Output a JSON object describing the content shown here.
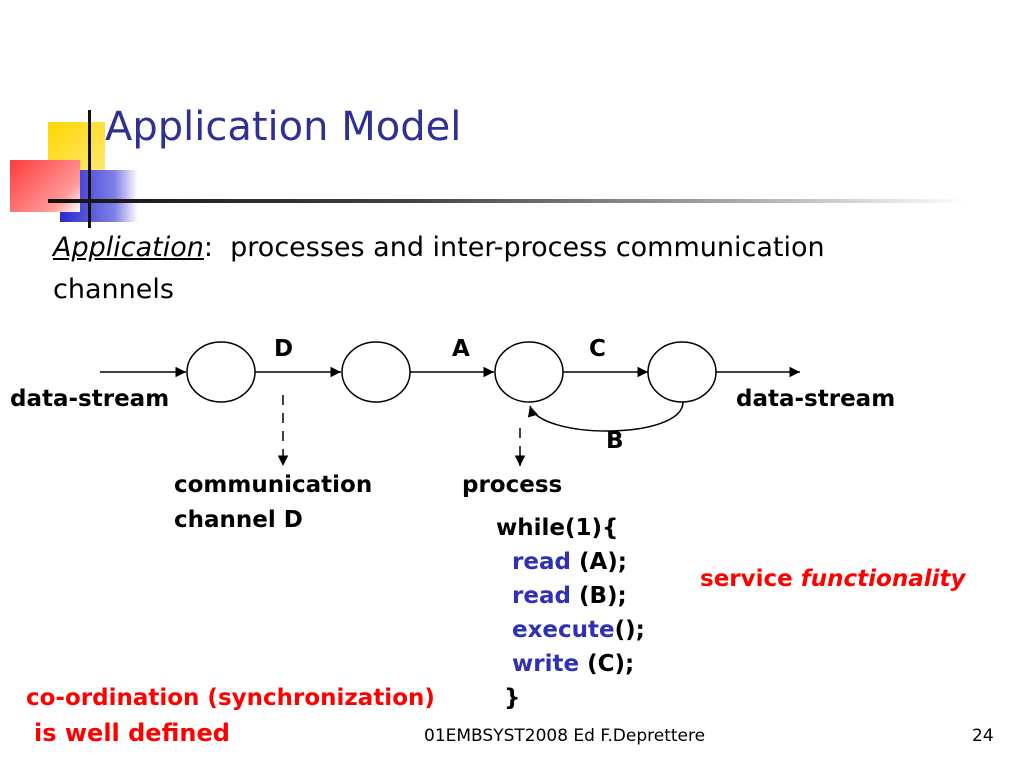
{
  "slide": {
    "title": "Application Model",
    "intro": {
      "term": "Application",
      "separator": ":",
      "line1_rest": "processes and inter-process communication",
      "line2": "channels"
    },
    "diagram": {
      "channel_labels": [
        "D",
        "A",
        "C",
        "B"
      ],
      "input_stream_label": "data-stream",
      "output_stream_label": "data-stream",
      "communication_label_line1": "communication",
      "communication_label_line2": "channel D",
      "process_label": "process"
    },
    "code": {
      "line1": "while(1){",
      "read_a_kw": "read",
      "read_a_arg": " (A);",
      "read_b_kw": "read",
      "read_b_arg": " (B);",
      "execute_kw": "execute",
      "execute_arg": "();",
      "write_kw": "write",
      "write_arg": " (C);",
      "close": "}"
    },
    "service": {
      "prefix": "service ",
      "emphasis": "functionality"
    },
    "coordination": {
      "line1": "co-ordination (synchronization)",
      "line2": "is well defined"
    },
    "footer": {
      "center": "01EMBSYST2008 Ed F.Deprettere",
      "page_number": "24"
    },
    "colors": {
      "title": "#2e3192",
      "keyword": "#2f30b6",
      "highlight": "#ff0000",
      "deco_yellow": "#ffd700",
      "deco_blue": "#3333cc",
      "deco_red": "#ff4d4d"
    }
  }
}
